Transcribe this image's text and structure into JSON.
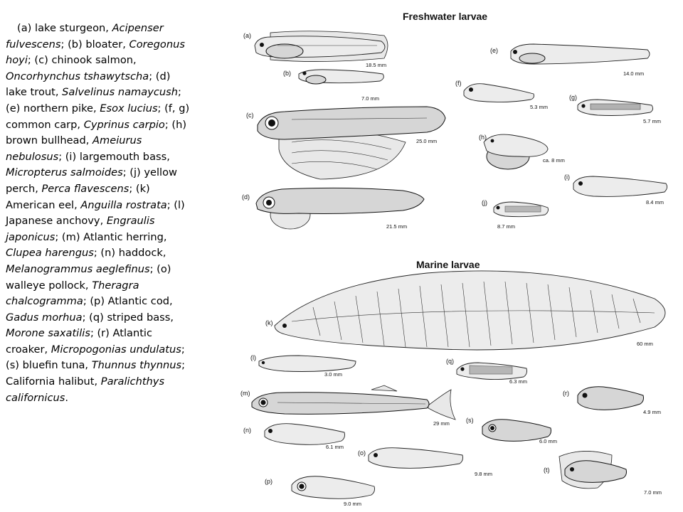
{
  "caption": [
    {
      "t": "(a) lake sturgeon, "
    },
    {
      "t": "Acipenser fulvescens",
      "i": true
    },
    {
      "t": "; (b) bloater, "
    },
    {
      "t": "Coregonus hoyi",
      "i": true
    },
    {
      "t": "; (c) chinook salmon, "
    },
    {
      "t": "Oncorhynchus tshawytscha",
      "i": true
    },
    {
      "t": "; (d) lake trout, "
    },
    {
      "t": "Salvelinus namaycush",
      "i": true
    },
    {
      "t": "; (e) northern pike, "
    },
    {
      "t": "Esox lucius",
      "i": true
    },
    {
      "t": "; (f, g) common carp, "
    },
    {
      "t": "Cyprinus carpio",
      "i": true
    },
    {
      "t": "; (h) brown bullhead, "
    },
    {
      "t": "Ameiurus nebulosus",
      "i": true
    },
    {
      "t": "; (i) largemouth bass, "
    },
    {
      "t": "Micropterus salmoides",
      "i": true
    },
    {
      "t": "; (j) yellow perch, "
    },
    {
      "t": "Perca flavescens",
      "i": true
    },
    {
      "t": "; (k) American eel, "
    },
    {
      "t": "Anguilla rostrata",
      "i": true
    },
    {
      "t": "; (l) Japanese anchovy, "
    },
    {
      "t": "Engraulis japonicus",
      "i": true
    },
    {
      "t": "; (m) Atlantic herring, "
    },
    {
      "t": "Clupea harengus",
      "i": true
    },
    {
      "t": "; (n) haddock, "
    },
    {
      "t": "Melanogrammus aeglefinus",
      "i": true
    },
    {
      "t": "; (o) walleye pollock, "
    },
    {
      "t": "Theragra chalcogramma",
      "i": true
    },
    {
      "t": "; (p) Atlantic cod, "
    },
    {
      "t": "Gadus morhua",
      "i": true
    },
    {
      "t": "; (q) striped bass, "
    },
    {
      "t": "Morone saxatilis",
      "i": true
    },
    {
      "t": "; (r) Atlantic croaker, "
    },
    {
      "t": "Micropogonias undulatus",
      "i": true
    },
    {
      "t": "; (s) bluefin tuna, "
    },
    {
      "t": "Thunnus thynnus",
      "i": true
    },
    {
      "t": "; California halibut, "
    },
    {
      "t": "Paralichthys californicus",
      "i": true
    },
    {
      "t": "."
    }
  ],
  "plate": {
    "freshwater_title": "Freshwater larvae",
    "marine_title": "Marine larvae",
    "tags": {
      "a": "(a)",
      "b": "(b)",
      "c": "(c)",
      "d": "(d)",
      "e": "(e)",
      "f": "(f)",
      "g": "(g)",
      "h": "(h)",
      "i": "(i)",
      "j": "(j)",
      "k": "(k)",
      "l": "(l)",
      "m": "(m)",
      "n": "(n)",
      "o": "(o)",
      "p": "(p)",
      "q": "(q)",
      "r": "(r)",
      "s": "(s)",
      "t": "(t)"
    },
    "sizes": {
      "a": "18.5 mm",
      "b": "7.0 mm",
      "c": "25.0 mm",
      "d": "21.5 mm",
      "e": "14.0 mm",
      "f": "5.3 mm",
      "g": "5.7 mm",
      "h": "ca. 8 mm",
      "i": "8.4 mm",
      "j": "8.7 mm",
      "k": "60 mm",
      "l": "3.0 mm",
      "m": "29 mm",
      "n": "6.1 mm",
      "o": "9.8 mm",
      "p": "9.0 mm",
      "q": "6.3 mm",
      "r": "4.9 mm",
      "s": "6.0 mm",
      "t": "7.0 mm"
    }
  }
}
